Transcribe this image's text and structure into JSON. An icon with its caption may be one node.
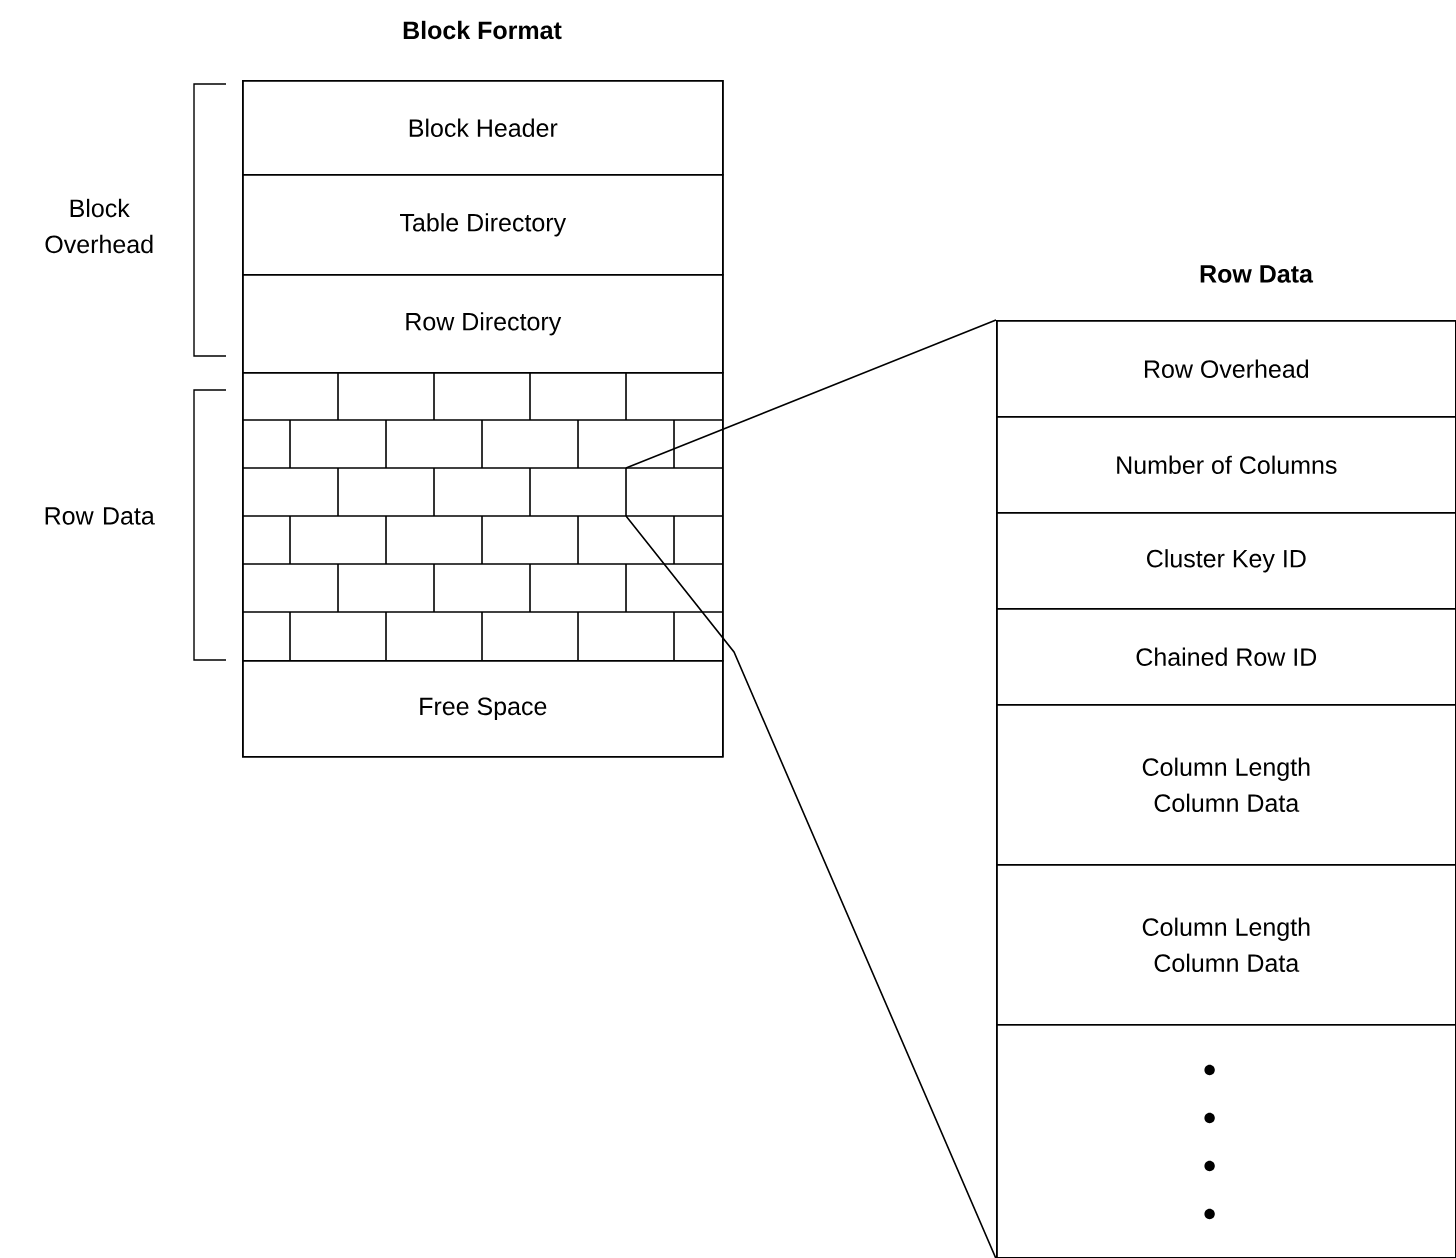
{
  "diagram": {
    "nodes": [
      {
        "text": [
          "Block Format"
        ]
      },
      {
        "text": [
          "Block Header"
        ],
        "in": 0
      },
      {
        "text": [
          "Table Directory"
        ],
        "in": 0
      },
      {
        "text": [
          "Row Directory"
        ],
        "in": 0
      },
      {
        "text": [],
        "shape": "box",
        "in": 0
      },
      {
        "text": [
          "Free Space"
        ],
        "in": 0
      },
      {
        "text": [
          "Row Data"
        ]
      },
      {
        "text": [
          "Row Overhead"
        ],
        "in": 6
      },
      {
        "text": [
          "Number of Columns"
        ],
        "in": 6
      },
      {
        "text": [
          "Cluster Key ID"
        ],
        "in": 6
      },
      {
        "text": [
          "Chained Row ID"
        ],
        "in": 6
      },
      {
        "text": [
          "Column Length",
          "Column Data"
        ],
        "in": 6
      },
      {
        "text": [
          "Column Length",
          "Column Data"
        ],
        "in": 6
      },
      {
        "text": [],
        "shape": "box",
        "in": 6
      }
    ],
    "edges": [
      {
        "from": 4,
        "to": 6,
        "arrow": "none"
      },
      {
        "from": 4,
        "to": 6,
        "arrow": "none"
      }
    ],
    "labels": [
      "Block Overhead",
      "Row Data"
    ]
  }
}
